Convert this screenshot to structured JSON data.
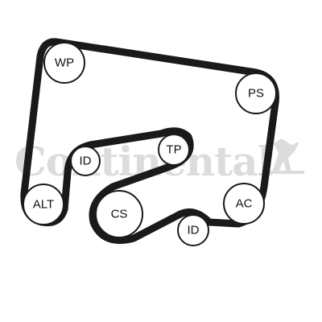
{
  "watermark": {
    "brand": "Continental"
  },
  "belt": {
    "color": "#1a1a1a",
    "pulley_fill": "#ffffff",
    "pulley_stroke": "#1a1a1a"
  },
  "pulleys": [
    {
      "id": "wp",
      "label": "WP"
    },
    {
      "id": "ps",
      "label": "PS"
    },
    {
      "id": "tp",
      "label": "TP"
    },
    {
      "id": "id1",
      "label": "ID"
    },
    {
      "id": "alt",
      "label": "ALT"
    },
    {
      "id": "cs",
      "label": "CS"
    },
    {
      "id": "ac",
      "label": "AC"
    },
    {
      "id": "id2",
      "label": "ID"
    }
  ]
}
